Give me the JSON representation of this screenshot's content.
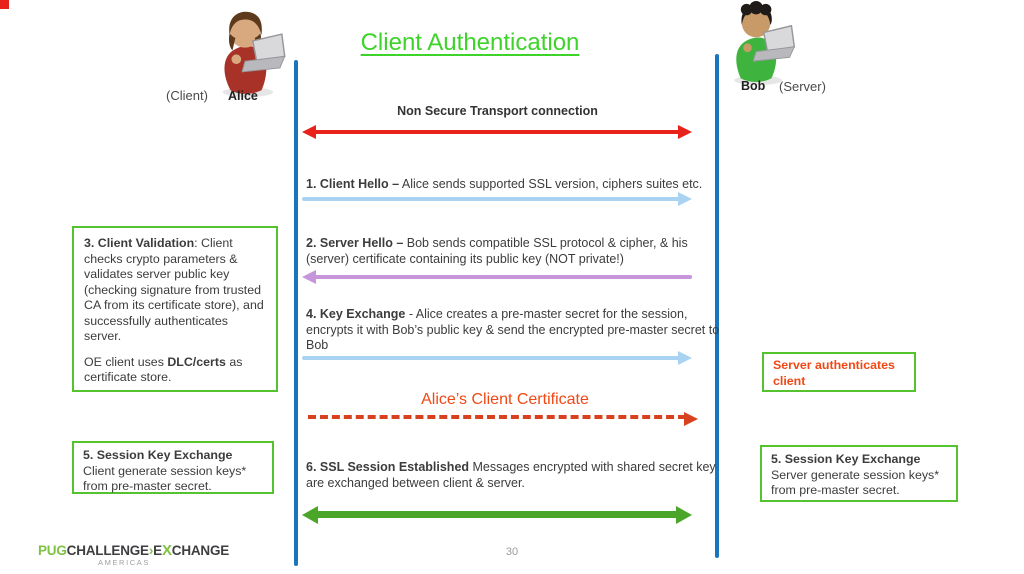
{
  "colors": {
    "title_green": "#3ed32a",
    "box_border_green": "#55c32d",
    "lifeline_blue": "#1b75bc",
    "red_arrow": "#e8221b",
    "light_blue_arrow": "#a9d3f2",
    "purple_arrow": "#c795d9",
    "green_arrow": "#4aa528",
    "dashed_red": "#d8401e",
    "accent_orange_red": "#f04815",
    "text_dark": "#3c3c3c",
    "page_gray": "#9a9a9a",
    "logo_green": "#7ec242",
    "logo_dark": "#3e3d40"
  },
  "slide": {
    "title": "Client Authentication",
    "page_number": "30"
  },
  "actors": {
    "client": {
      "name": "Alice",
      "role": "(Client)"
    },
    "server": {
      "name": "Bob",
      "role": "(Server)"
    }
  },
  "transport_label": "Non Secure Transport connection",
  "messages": {
    "client_hello": {
      "bold": "1. Client Hello –",
      "rest": " Alice sends supported SSL version, ciphers suites etc."
    },
    "server_hello": {
      "bold": "2. Server Hello –",
      "rest": " Bob sends compatible SSL protocol & cipher, & his (server) certificate containing its public key (NOT private!)"
    },
    "key_exchange": {
      "bold": "4. Key Exchange",
      "rest": " - Alice creates a pre-master secret for the session, encrypts it with Bob’s public key & send the encrypted pre-master secret to Bob"
    },
    "client_certificate": {
      "label": "Alice’s Client Certificate"
    },
    "session_established": {
      "bold": "6. SSL Session Established",
      "rest": " Messages encrypted with shared secret key are exchanged between client & server."
    }
  },
  "notes": {
    "client_validation": {
      "bold": "3. Client Validation",
      "rest": ": Client checks crypto parameters & validates server public key (checking signature from trusted CA from its certificate store), and successfully authenticates server.",
      "line2_pre": "OE client uses ",
      "line2_bold": "DLC/certs",
      "line2_post": " as certificate store."
    },
    "client_session_keys": {
      "title": "5. Session Key Exchange",
      "body": "Client generate session keys* from pre-master secret."
    },
    "server_authenticates": {
      "label": "Server authenticates client"
    },
    "server_session_keys": {
      "title": "5. Session Key Exchange",
      "body": "Server generate session keys* from pre-master secret."
    }
  },
  "footer": {
    "logo": {
      "part1": "PUG",
      "part2": "CHALLENGE",
      "chevron": "›",
      "part3": "E",
      "x_mark": "X",
      "part4": "CHANGE",
      "subtitle": "AMERICAS"
    }
  }
}
